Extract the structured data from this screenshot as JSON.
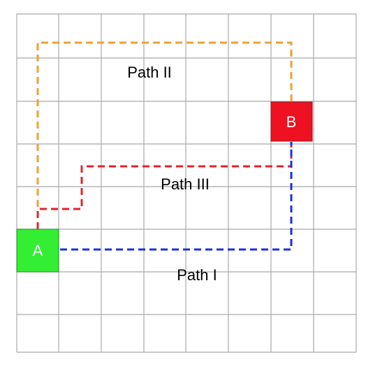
{
  "diagram": {
    "grid": {
      "cols": 8,
      "rows": 8,
      "line_color": "#a9a9a9"
    },
    "nodes": {
      "a": {
        "label": "A",
        "fill": "#33ee33"
      },
      "b": {
        "label": "B",
        "fill": "#ee1122"
      }
    },
    "paths": [
      {
        "id": "path-i",
        "label": "Path I",
        "color": "#1a2fe0"
      },
      {
        "id": "path-ii",
        "label": "Path II",
        "color": "#f0a030"
      },
      {
        "id": "path-iii",
        "label": "Path III",
        "color": "#e8202a"
      }
    ]
  }
}
